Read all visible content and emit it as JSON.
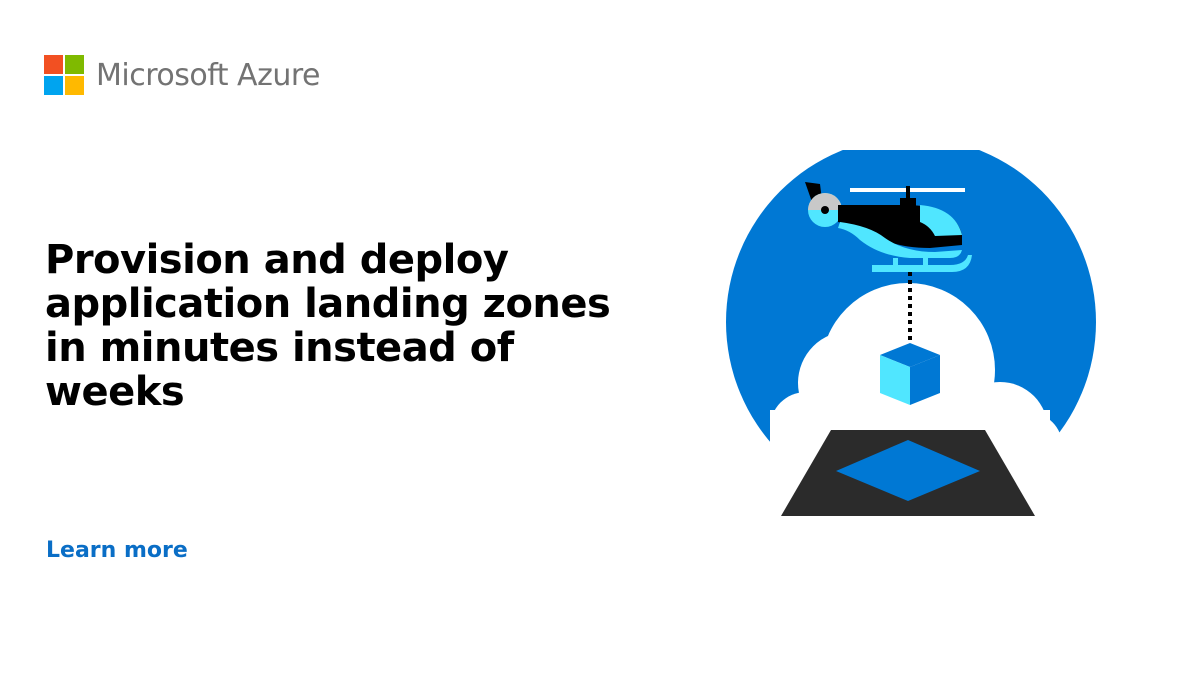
{
  "brand": {
    "logo_text": "Microsoft Azure",
    "logo_colors": [
      "#f25022",
      "#7fba00",
      "#00a4ef",
      "#ffb900"
    ]
  },
  "hero": {
    "headline": "Provision and deploy application landing zones in minutes instead of weeks",
    "cta_label": "Learn more"
  },
  "illustration": {
    "description": "helicopter lowering a cube onto a landing pad above a cloud inside a blue circle",
    "colors": {
      "circle": "#0078d4",
      "cloud": "#ffffff",
      "helicopter_light": "#50e6ff",
      "helicopter_dark": "#000000",
      "pad": "#2b2b2b",
      "pad_mark": "#0078d4",
      "cube_light": "#50e6ff",
      "cube_dark": "#0078d4"
    }
  },
  "theme": {
    "accent": "#0a6ec6",
    "text": "#000000",
    "logo_text_color": "#737373"
  }
}
